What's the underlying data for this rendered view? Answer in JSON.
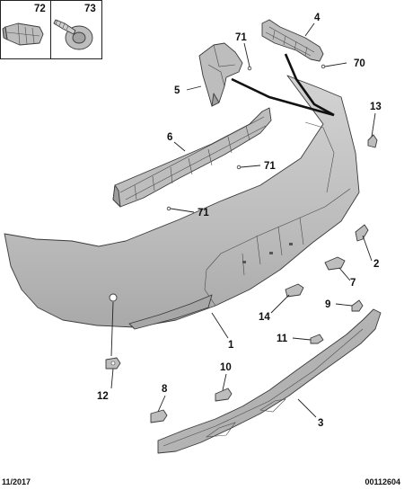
{
  "footer": {
    "date": "11/2017",
    "code": "00112604"
  },
  "inset_labels": {
    "left": "72",
    "right": "73"
  },
  "callouts": {
    "c1": "1",
    "c2": "2",
    "c3": "3",
    "c4": "4",
    "c5": "5",
    "c6": "6",
    "c7": "7",
    "c8": "8",
    "c9": "9",
    "c10": "10",
    "c11": "11",
    "c12": "12",
    "c13": "13",
    "c14": "14",
    "c70": "70",
    "c71a": "71",
    "c71b": "71",
    "c71c": "71"
  },
  "colors": {
    "part_fill": "#bdbdbd",
    "part_shade": "#a6a6a6",
    "line": "#222222"
  }
}
